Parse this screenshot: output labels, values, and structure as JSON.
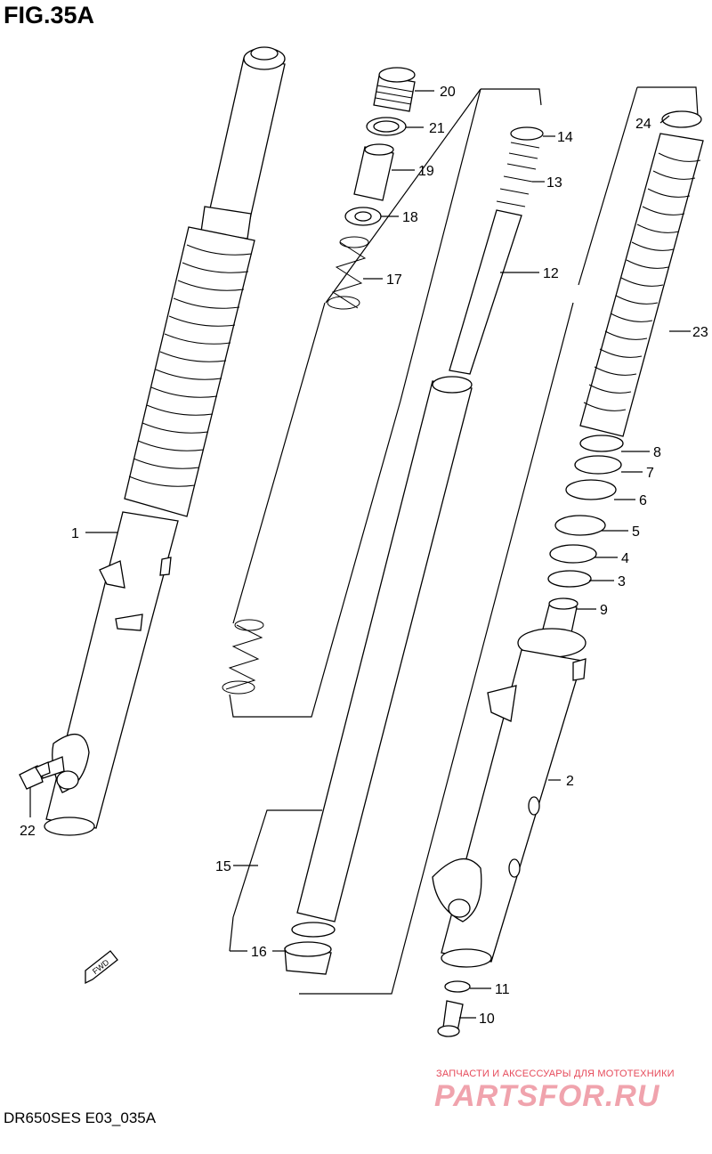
{
  "figure": {
    "title": "FIG.35A",
    "model_code": "DR650SES E03_035A"
  },
  "fwd_marker": "FWD",
  "callouts": [
    {
      "id": "c1",
      "label": "1"
    },
    {
      "id": "c2",
      "label": "2"
    },
    {
      "id": "c3",
      "label": "3"
    },
    {
      "id": "c4",
      "label": "4"
    },
    {
      "id": "c5",
      "label": "5"
    },
    {
      "id": "c6",
      "label": "6"
    },
    {
      "id": "c7",
      "label": "7"
    },
    {
      "id": "c8",
      "label": "8"
    },
    {
      "id": "c9",
      "label": "9"
    },
    {
      "id": "c10",
      "label": "10"
    },
    {
      "id": "c11",
      "label": "11"
    },
    {
      "id": "c12",
      "label": "12"
    },
    {
      "id": "c13",
      "label": "13"
    },
    {
      "id": "c14",
      "label": "14"
    },
    {
      "id": "c15",
      "label": "15"
    },
    {
      "id": "c16",
      "label": "16"
    },
    {
      "id": "c17",
      "label": "17"
    },
    {
      "id": "c18",
      "label": "18"
    },
    {
      "id": "c19",
      "label": "19"
    },
    {
      "id": "c20",
      "label": "20"
    },
    {
      "id": "c21",
      "label": "21"
    },
    {
      "id": "c22",
      "label": "22"
    },
    {
      "id": "c23",
      "label": "23"
    },
    {
      "id": "c24",
      "label": "24"
    }
  ],
  "watermark": {
    "subtitle": "ЗАПЧАСТИ И АКСЕССУАРЫ ДЛЯ МОТОТЕХНИКИ",
    "brand": "PARTSFOR.RU"
  }
}
